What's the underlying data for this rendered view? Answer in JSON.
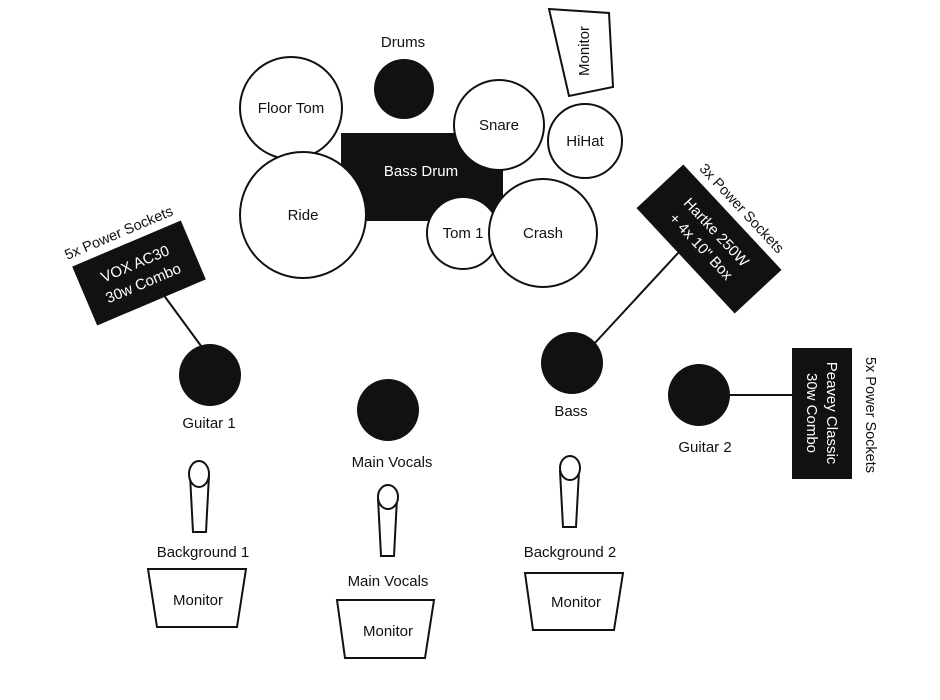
{
  "colors": {
    "ink": "#111111",
    "paper": "#ffffff"
  },
  "drums": {
    "heading": "Drums",
    "floor_tom": "Floor Tom",
    "snare": "Snare",
    "hihat": "HiHat",
    "bass_drum": "Bass Drum",
    "ride": "Ride",
    "tom1": "Tom 1",
    "crash": "Crash",
    "monitor": "Monitor"
  },
  "amps": {
    "vox": {
      "sockets": "5x Power Sockets",
      "line1": "VOX AC30",
      "line2": "30w Combo"
    },
    "hartke": {
      "sockets": "3x Power Sockets",
      "line1": "Hartke 250W",
      "line2": "+ 4x 10\" Box"
    },
    "peavey": {
      "sockets": "5x Power Sockets",
      "line1": "Peavey Classic",
      "line2": "30w Combo"
    }
  },
  "players": {
    "guitar1": "Guitar 1",
    "main_vocals": "Main Vocals",
    "bass": "Bass",
    "guitar2": "Guitar 2"
  },
  "mics": {
    "background1": "Background 1",
    "main_vocals": "Main Vocals",
    "background2": "Background 2"
  },
  "monitors": {
    "left": "Monitor",
    "center": "Monitor",
    "right": "Monitor"
  }
}
